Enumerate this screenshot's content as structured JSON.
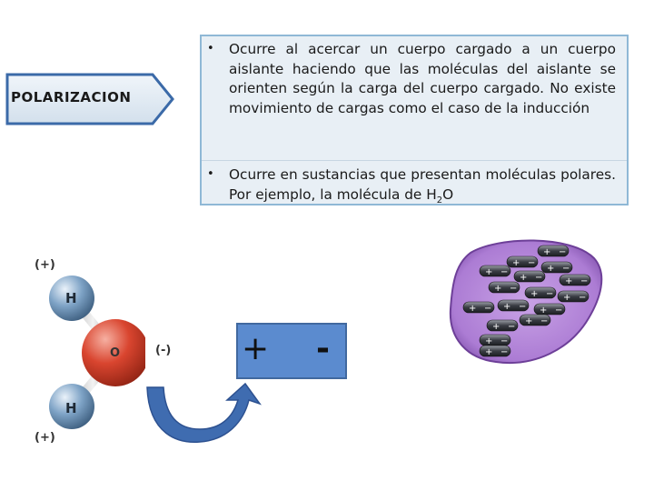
{
  "title": {
    "text": "POLARIZACION"
  },
  "bullets": [
    {
      "symbol": "•",
      "text": "Ocurre al acercar un cuerpo cargado a un cuerpo aislante haciendo que las moléculas del aislante se orienten según la carga del cuerpo cargado. No existe movimiento de cargas como el caso de la inducción"
    },
    {
      "symbol": "•",
      "text_before": "Ocurre en sustancias que presentan moléculas polares. Por ejemplo, la molécula de H",
      "subscript": "2",
      "text_after": "O"
    }
  ],
  "molecule": {
    "atom_top": "H",
    "atom_center": "O",
    "atom_bottom": "H",
    "charge_top": "(+)",
    "charge_center": "(-)",
    "charge_bottom": "(+)"
  },
  "dipole_box": {
    "plus": "+",
    "minus": "-"
  },
  "colors": {
    "arrow_fill": "#dce6f0",
    "arrow_stroke": "#3b6aa8",
    "info_bg": "#e8eff5",
    "info_border": "#8fb8d6",
    "dipole_fill": "#5b8bcf",
    "oxygen": "#d9452f",
    "hydrogen": "#6f94b8",
    "cell": "#b98ad8"
  },
  "icons": [
    "curved-arrow-icon",
    "water-molecule-icon",
    "polarized-cell-icon"
  ]
}
